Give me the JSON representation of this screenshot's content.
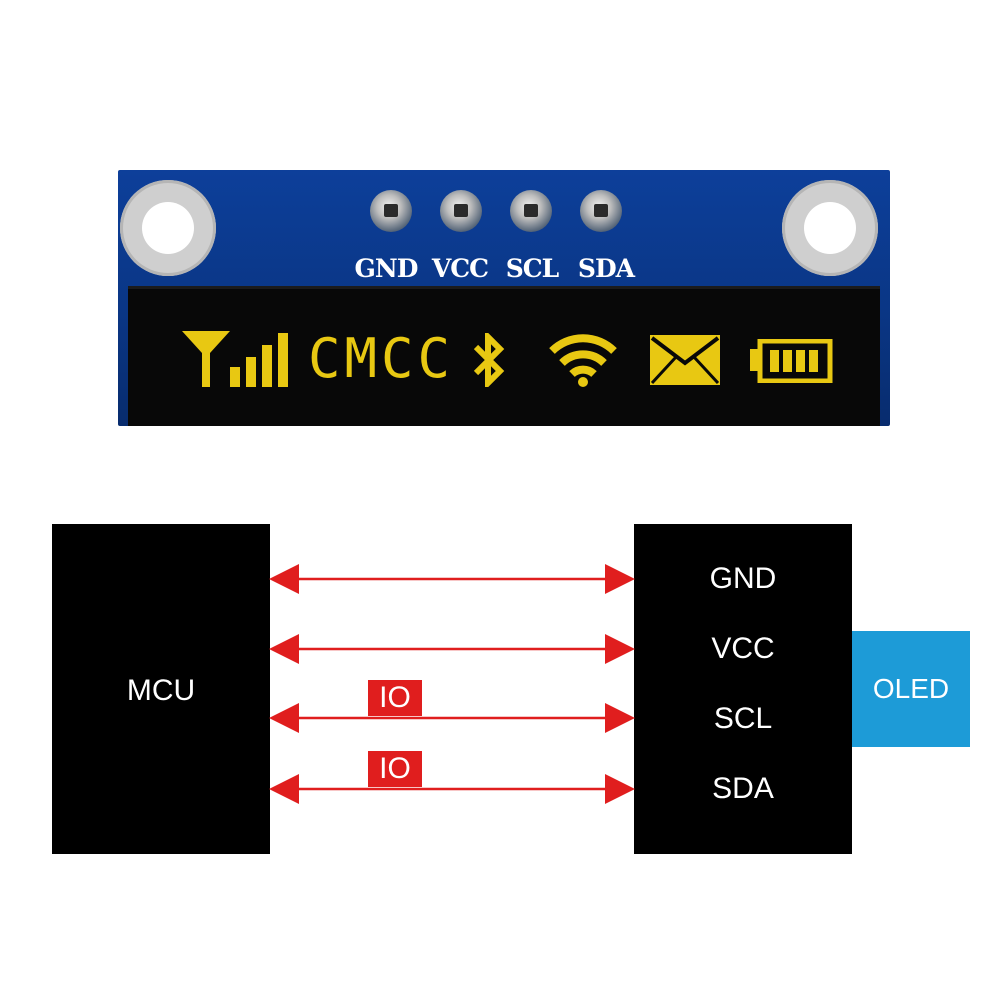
{
  "photo": {
    "pin_labels": [
      "GND",
      "VCC",
      "SCL",
      "SDA"
    ],
    "screen": {
      "text": "CMCC",
      "icons": [
        "signal-icon",
        "bluetooth-icon",
        "wifi-icon",
        "envelope-icon",
        "battery-icon"
      ],
      "color": "#e8c812"
    },
    "board_color": "#0a3685"
  },
  "diagram": {
    "mcu_label": "MCU",
    "pins": [
      "GND",
      "VCC",
      "SCL",
      "SDA"
    ],
    "io_tags": [
      "IO",
      "IO"
    ],
    "oled_label": "OLED",
    "arrow_color": "#e01e1e",
    "oled_color": "#1d9bd7"
  }
}
